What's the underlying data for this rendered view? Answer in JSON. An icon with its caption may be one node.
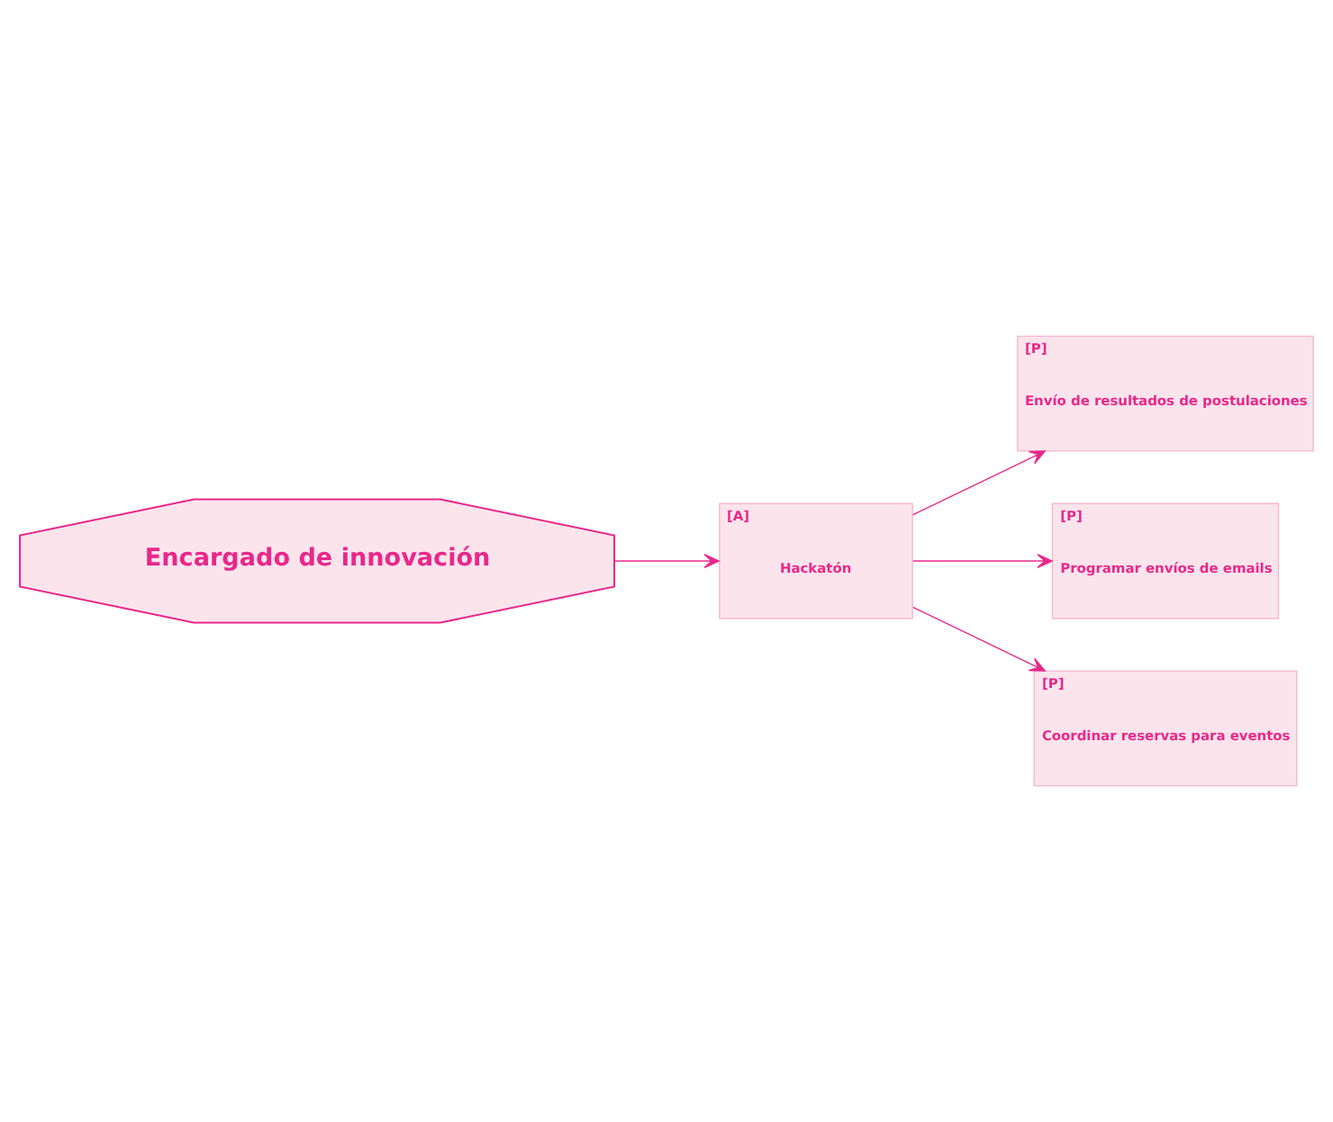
{
  "diagram": {
    "nodes": [
      {
        "text": [
          "Encargado de innovación"
        ]
      },
      {
        "text": [
          "[A]",
          "Hackatón"
        ]
      },
      {
        "text": [
          "[P]",
          "Envío de resultados de postulaciones"
        ]
      },
      {
        "text": [
          "[P]",
          "Programar envíos de emails"
        ]
      },
      {
        "text": [
          "[P]",
          "Coordinar reservas para eventos"
        ]
      }
    ],
    "edges": [
      {
        "from": 0,
        "to": 1,
        "arrow": "to"
      },
      {
        "from": 1,
        "to": 2,
        "arrow": "to"
      },
      {
        "from": 1,
        "to": 3,
        "arrow": "to"
      },
      {
        "from": 1,
        "to": 4,
        "arrow": "to"
      }
    ]
  }
}
